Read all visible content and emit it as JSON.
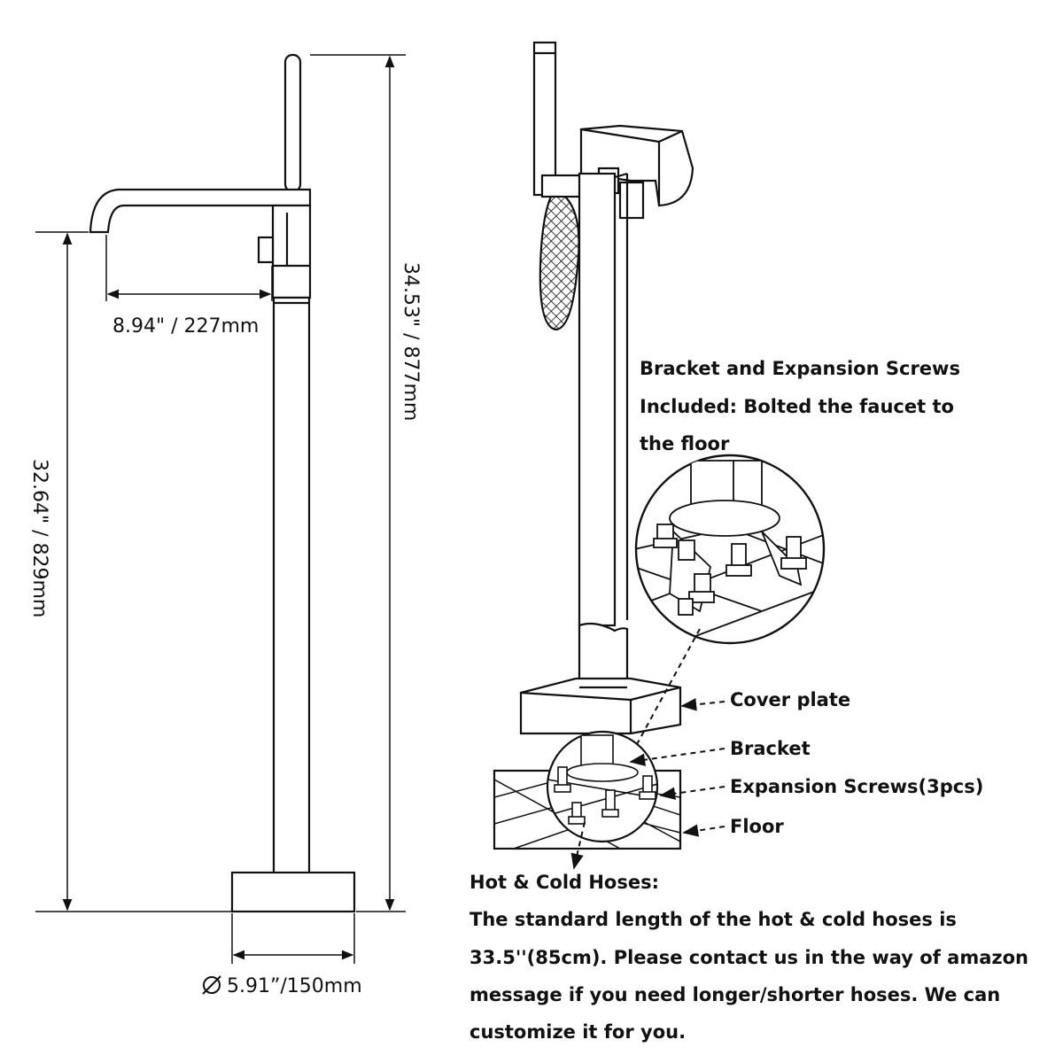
{
  "dimensions": {
    "spout_reach": "8.94\" / 227mm",
    "total_height": "34.53\" / 877mm",
    "spout_height": "32.64\" / 829mm",
    "base_diameter": "5.91”/150mm"
  },
  "bracket_note": {
    "lines": [
      "Bracket and Expansion Screws",
      "Included: Bolted the faucet to",
      "the floor"
    ]
  },
  "callouts": {
    "cover_plate": "Cover plate",
    "bracket": "Bracket",
    "expansion_screws": "Expansion Screws(3pcs)",
    "floor": "Floor"
  },
  "hoses_note": {
    "title": "Hot & Cold Hoses:",
    "lines": [
      "The standard length of the hot & cold hoses is",
      "33.5''(85cm). Please contact us in the way of amazon",
      "message if you need longer/shorter hoses. We can",
      "customize it for you."
    ]
  },
  "icons": {
    "diameter_symbol": "diameter-icon"
  }
}
